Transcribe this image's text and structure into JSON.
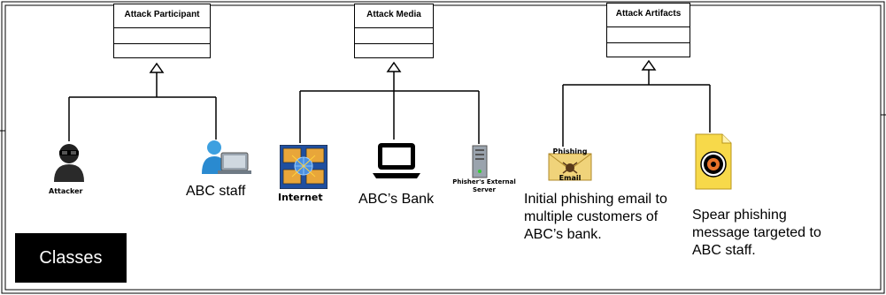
{
  "classes": [
    {
      "title": "Attack Participant"
    },
    {
      "title": "Attack Media"
    },
    {
      "title": "Attack Artifacts"
    }
  ],
  "participants": {
    "attacker": {
      "label": "Attacker",
      "icon": "attacker-icon"
    },
    "staff": {
      "label": "ABC staff",
      "icon": "staff-computer-icon"
    }
  },
  "media": {
    "internet": {
      "label": "Internet",
      "icon": "internet-icon"
    },
    "bank": {
      "label": "ABC’s Bank",
      "icon": "laptop-icon"
    },
    "server": {
      "label": "Phisher's External Server",
      "icon": "server-icon"
    }
  },
  "artifacts": {
    "email": {
      "icon_text_top": "Phishing",
      "icon_text_bottom": "Email",
      "description": "Initial phishing email to multiple customers of ABC’s bank.",
      "icon": "phishing-email-icon"
    },
    "spear": {
      "description": "Spear phishing message targeted to ABC staff.",
      "icon": "biohazard-document-icon"
    }
  },
  "badge": {
    "label": "Classes"
  }
}
